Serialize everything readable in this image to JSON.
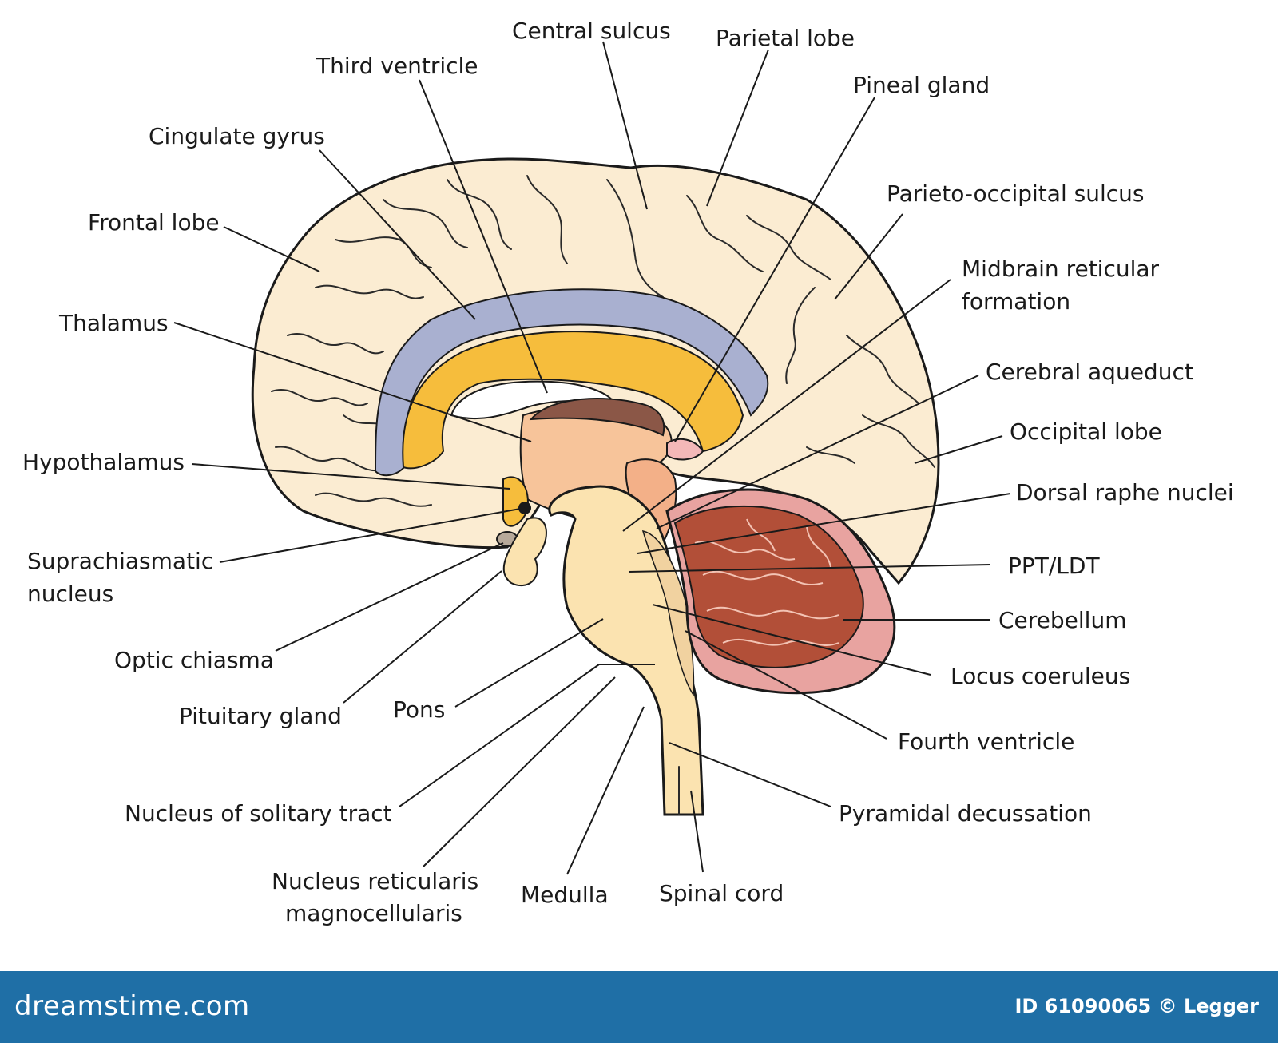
{
  "labels": {
    "central_sulcus": "Central sulcus",
    "parietal_lobe": "Parietal lobe",
    "third_ventricle": "Third ventricle",
    "pineal_gland": "Pineal gland",
    "cingulate_gyrus": "Cingulate gyrus",
    "parieto_occipital_sulcus": "Parieto-occipital sulcus",
    "frontal_lobe": "Frontal lobe",
    "midbrain_reticular_1": "Midbrain reticular",
    "midbrain_reticular_2": "formation",
    "thalamus": "Thalamus",
    "cerebral_aqueduct": "Cerebral aqueduct",
    "occipital_lobe": "Occipital lobe",
    "hypothalamus": "Hypothalamus",
    "dorsal_raphe_nuclei": "Dorsal raphe nuclei",
    "suprachiasmatic_1": "Suprachiasmatic",
    "suprachiasmatic_2": "nucleus",
    "ppt_ldt": "PPT/LDT",
    "cerebellum": "Cerebellum",
    "optic_chiasma": "Optic chiasma",
    "locus_coeruleus": "Locus coeruleus",
    "pituitary_gland": "Pituitary gland",
    "pons": "Pons",
    "fourth_ventricle": "Fourth ventricle",
    "nucleus_solitary_tract": "Nucleus of solitary tract",
    "pyramidal_decussation": "Pyramidal decussation",
    "nucleus_reticularis_1": "Nucleus reticularis",
    "nucleus_reticularis_2": "magnocellularis",
    "medulla": "Medulla",
    "spinal_cord": "Spinal cord"
  },
  "footer": {
    "brand": "dreamstime.com",
    "credit": "ID 61090065 © Legger"
  },
  "colors": {
    "cortex": "#fbecd2",
    "cingulate": "#a9b0d0",
    "corpus_callosum": "#f6bd3c",
    "thalamus": "#f7c49a",
    "third_ventricle_floor": "#8b5747",
    "pineal": "#f3b8b8",
    "brainstem": "#fbe3b0",
    "cerebellum_tissue": "#b24f38",
    "cerebellum_edge": "#e8a3a0",
    "footer": "#1f6fa6"
  }
}
